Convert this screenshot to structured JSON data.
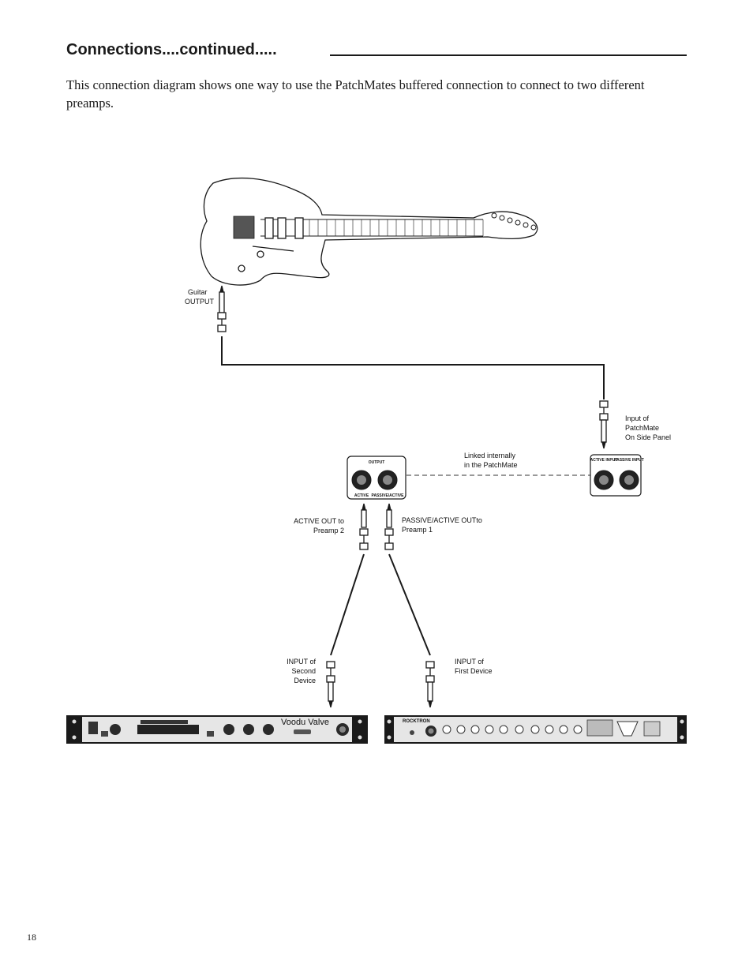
{
  "heading": "Connections....continued.....",
  "intro": "This connection diagram shows one way to use the PatchMates buffered connection to connect to two different preamps.",
  "page_number": "18",
  "labels": {
    "guitar_output": [
      "Guitar",
      "OUTPUT"
    ],
    "patchmate_input": [
      "Input of",
      "PatchMate",
      "On Side Panel"
    ],
    "linked": [
      "Linked internally",
      "in the PatchMate"
    ],
    "active_out": [
      "ACTIVE OUT to",
      "Preamp 2"
    ],
    "passive_active_out": [
      "PASSIVE/ACTIVE OUTto",
      "Preamp 1"
    ],
    "input_second": [
      "INPUT of",
      "Second",
      "Device"
    ],
    "input_first": [
      "INPUT of",
      "First Device"
    ]
  },
  "panels": {
    "output_title": "OUTPUT",
    "output_jacks": [
      "ACTIVE",
      "PASSIVE/ACTIVE"
    ],
    "input_jacks": [
      "ACTIVE INPUT",
      "PASSIVE INPUT"
    ]
  },
  "devices": {
    "left_name": "Voodu Valve",
    "right_brand": "ROCKTRON"
  }
}
